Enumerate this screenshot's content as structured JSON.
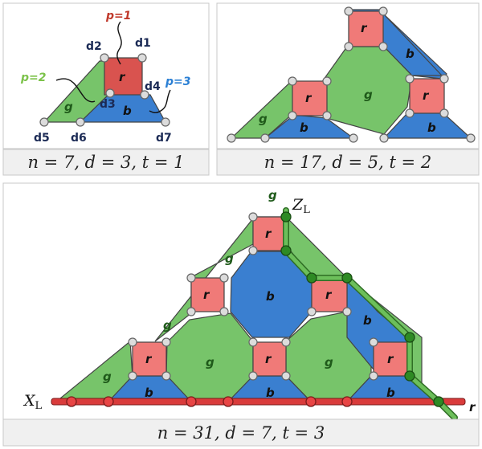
{
  "panels": {
    "small": {
      "caption": "n = 7, d = 3, t = 1",
      "qubits": [
        "d1",
        "d2",
        "d3",
        "d4",
        "d5",
        "d6",
        "d7"
      ],
      "plaquettes": [
        {
          "color": "r",
          "label": "p=1"
        },
        {
          "color": "g",
          "label": "p=2"
        },
        {
          "color": "b",
          "label": "p=3"
        }
      ]
    },
    "medium": {
      "caption": "n = 17, d = 5, t = 2"
    },
    "large": {
      "caption": "n = 31, d = 7, t = 3",
      "logical_x": "X",
      "logical_x_sub": "L",
      "logical_z": "Z",
      "logical_z_sub": "L",
      "boundary_g": "g",
      "boundary_r": "r"
    }
  },
  "face_labels": {
    "red": "r",
    "green": "g",
    "blue": "b"
  },
  "colors": {
    "red": "#f07a78",
    "red_dark": "#d9534f",
    "green": "#77c46a",
    "blue": "#3a7fd0",
    "p1": "#c0392b",
    "p2": "#7cc24a",
    "p3": "#2a7fd4",
    "x_operator": "#d93b3b",
    "z_operator": "#3d8f2f"
  }
}
